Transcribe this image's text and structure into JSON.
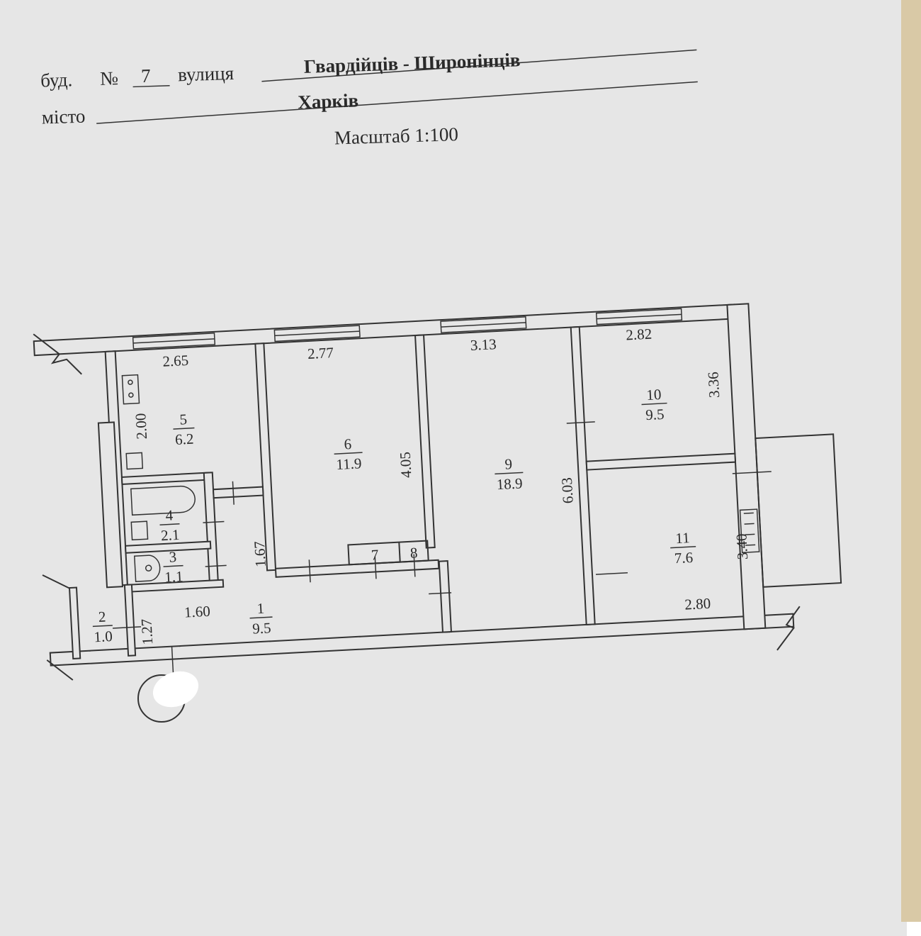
{
  "header": {
    "building_label": "буд.",
    "number_sign": "№",
    "building_number": "7",
    "street_label": "вулиця",
    "street": "Гвардійців - Широнінців",
    "city_label": "місто",
    "city": "Харків",
    "scale": "Масштаб 1:100"
  },
  "rooms": [
    {
      "number": "1",
      "area": "9.5"
    },
    {
      "number": "2",
      "area": "1.0"
    },
    {
      "number": "3",
      "area": "1.1"
    },
    {
      "number": "4",
      "area": "2.1"
    },
    {
      "number": "5",
      "area": "6.2"
    },
    {
      "number": "6",
      "area": "11.9"
    },
    {
      "number": "7",
      "area": ""
    },
    {
      "number": "8",
      "area": ""
    },
    {
      "number": "9",
      "area": "18.9"
    },
    {
      "number": "10",
      "area": "9.5"
    },
    {
      "number": "11",
      "area": "7.6"
    }
  ],
  "dimensions": {
    "kitchen_width": "2.65",
    "kitchen_depth": "2.00",
    "room6_width": "2.77",
    "room6_depth": "4.05",
    "room9_width": "3.13",
    "room9_depth": "6.03",
    "room10_width": "2.82",
    "room10_depth": "3.36",
    "room11_width": "2.80",
    "room11_depth": "3.40",
    "corridor_depth": "1.67",
    "hall_width": "1.60",
    "hall_depth": "1.27"
  },
  "colors": {
    "paper": "#e6e6e6",
    "ink": "#2a2a2a"
  }
}
